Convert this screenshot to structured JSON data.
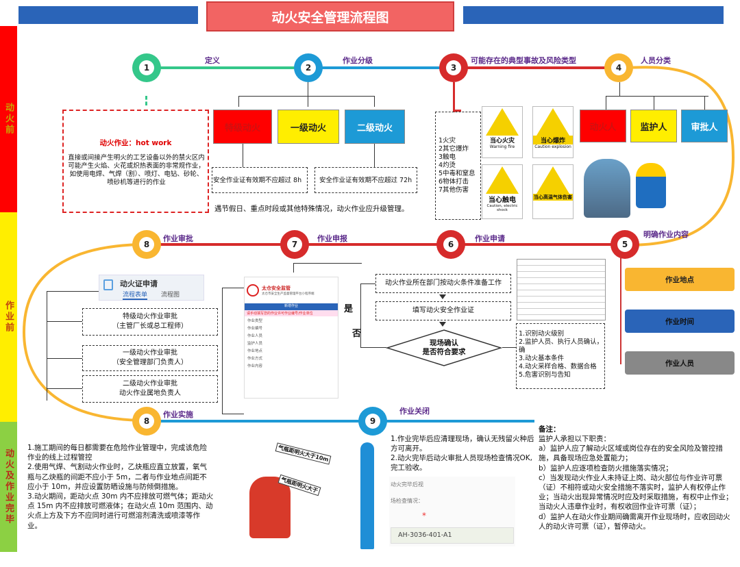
{
  "title": "动火安全管理流程图",
  "colors": {
    "red": "#ff0000",
    "yellow": "#ffee00",
    "green": "#8cd043",
    "blue": "#2a64b8",
    "green_line": "#34c78a",
    "blue_line": "#1d9ad6",
    "red_line": "#d62b2b",
    "orange": "#f9b631"
  },
  "sidebar": {
    "s1": "动火前",
    "s2": "作业前",
    "s3": "动火及作业完毕"
  },
  "steps": {
    "n1": "1",
    "n2": "2",
    "n3": "3",
    "n4": "4",
    "n5": "5",
    "n6": "6",
    "n7": "7",
    "n8a": "8",
    "n8b": "8",
    "n9": "9",
    "l1": "定义",
    "l2": "作业分级",
    "l3": "可能存在的典型事故及风险类型",
    "l4": "人员分类",
    "l5": "明确作业内容",
    "l6": "作业申请",
    "l7": "作业申报",
    "l8a": "作业审批",
    "l8b": "作业实施",
    "l9": "作业关闭"
  },
  "definition": {
    "title": "动火作业：hot work",
    "body": "直接或间接产生明火的工艺设备以外的禁火区内可能产生火焰、火花或炽热表面的非常规作业，如使用电焊、气焊（割）、喷灯、电钻、砂轮、喷砂机等进行的作业"
  },
  "grades": {
    "special": "特级动火",
    "first": "一级动火",
    "second": "二级动火",
    "valid8": "安全作业证有效期不应超过 8h",
    "valid72": "安全作业证有效期不应超过 72h",
    "holiday": "遇节假日、重点时段或其他特殊情况，动火作业应升级管理。"
  },
  "risks": [
    "1火灾",
    "2其它爆炸",
    "3触电",
    "4灼烫",
    "5中毒和窒息",
    "6物体打击",
    "7其他伤害"
  ],
  "signs": {
    "fire": "当心火灾",
    "fire_en": "Warning fire",
    "explosion": "当心爆炸",
    "explosion_en": "Caution explosion",
    "shock": "当心触电",
    "shock_en": "Caution, electric shock",
    "fall": "当心高温气体伤害"
  },
  "people": {
    "p1": "动火人",
    "p2": "监护人",
    "p3": "审批人"
  },
  "content": {
    "place": "作业地点",
    "time": "作业时间",
    "staff": "作业人员"
  },
  "apply": {
    "a1": "动火作业所在部门按动火条件准备工作",
    "a2": "填写动火安全作业证",
    "check": "现场确认\n是否符合要求",
    "yes": "是",
    "no": "否",
    "list": [
      "1.识别动火级别",
      "2.监护人员、执行人员确认，确",
      "3.动火基本条件",
      "4.动火采样合格、数据合格",
      "5.危害识别与告知"
    ]
  },
  "app": {
    "title": "动火证申请",
    "tab1": "流程表单",
    "tab2": "流程图",
    "org": "太仓安全监管",
    "org_sub": "太仓市安全生产监督管理平台小程序端",
    "bar": "新增作业",
    "notice": "请手动填写您的作业许可作业编号/作业单位",
    "fields": [
      "作业类型",
      "作业编号",
      "作业人员",
      "监护人员",
      "作业地点",
      "作业方式",
      "作业内容"
    ]
  },
  "approve": {
    "a1": "特级动火作业审批\n（主管厂长或总工程师）",
    "a2": "一级动火作业审批\n（安全管理部门负责人）",
    "a3": "二级动火作业审批\n动火作业属地负责人"
  },
  "implement": "1.施工期间的每日都需要在危险作业管理中，完成该危险作业的线上过程管控\n2.使用气焊、气割动火作业时，乙炔瓶应直立放置，氧气瓶与乙炔瓶的间距不应小于 5m，二者与作业地点间距不应小于 10m，并应设置防晒设施与防倾倒措施。\n3.动火期间，距动火点 30m 内不应排放可燃气体；距动火点 15m 内不应排放可燃液体；在动火点 10m 范围内、动火点上方及下方不应同时进行可燃溶剂清洗或喷漆等作业。",
  "hose1": "气瓶距明火大于10m",
  "hose2": "气瓶距明火大于",
  "close": {
    "body": "1.作业完毕后应清理现场，确认无残留火种后方可离开。\n2.动火完毕后动火审批人员现场检查情况OK,完工验收。",
    "f1": "动火完毕后视",
    "f2": "场检查情况：",
    "star": "*",
    "code": "AH-3036-401-A1"
  },
  "notes": {
    "title": "备注：",
    "body": "监护人承担以下职责：\na）监护人应了解动火区域或岗位存在的安全风险及管控措施，具备现场应急处置能力；\nb）监护人应逐项检查防火措施落实情况；\nc）当发现动火作业人未持证上岗、动火部位与作业许可票（证）不相符或动火安全措施不落实时，监护人有权停止作业；当动火出现异常情况时应及时采取措施，有权中止作业；当动火人违章作业时，有权收回作业许可票（证）；\nd）监护人在动火作业期间确需离开作业现场时，应收回动火人的动火许可票（证），暂停动火。"
  }
}
